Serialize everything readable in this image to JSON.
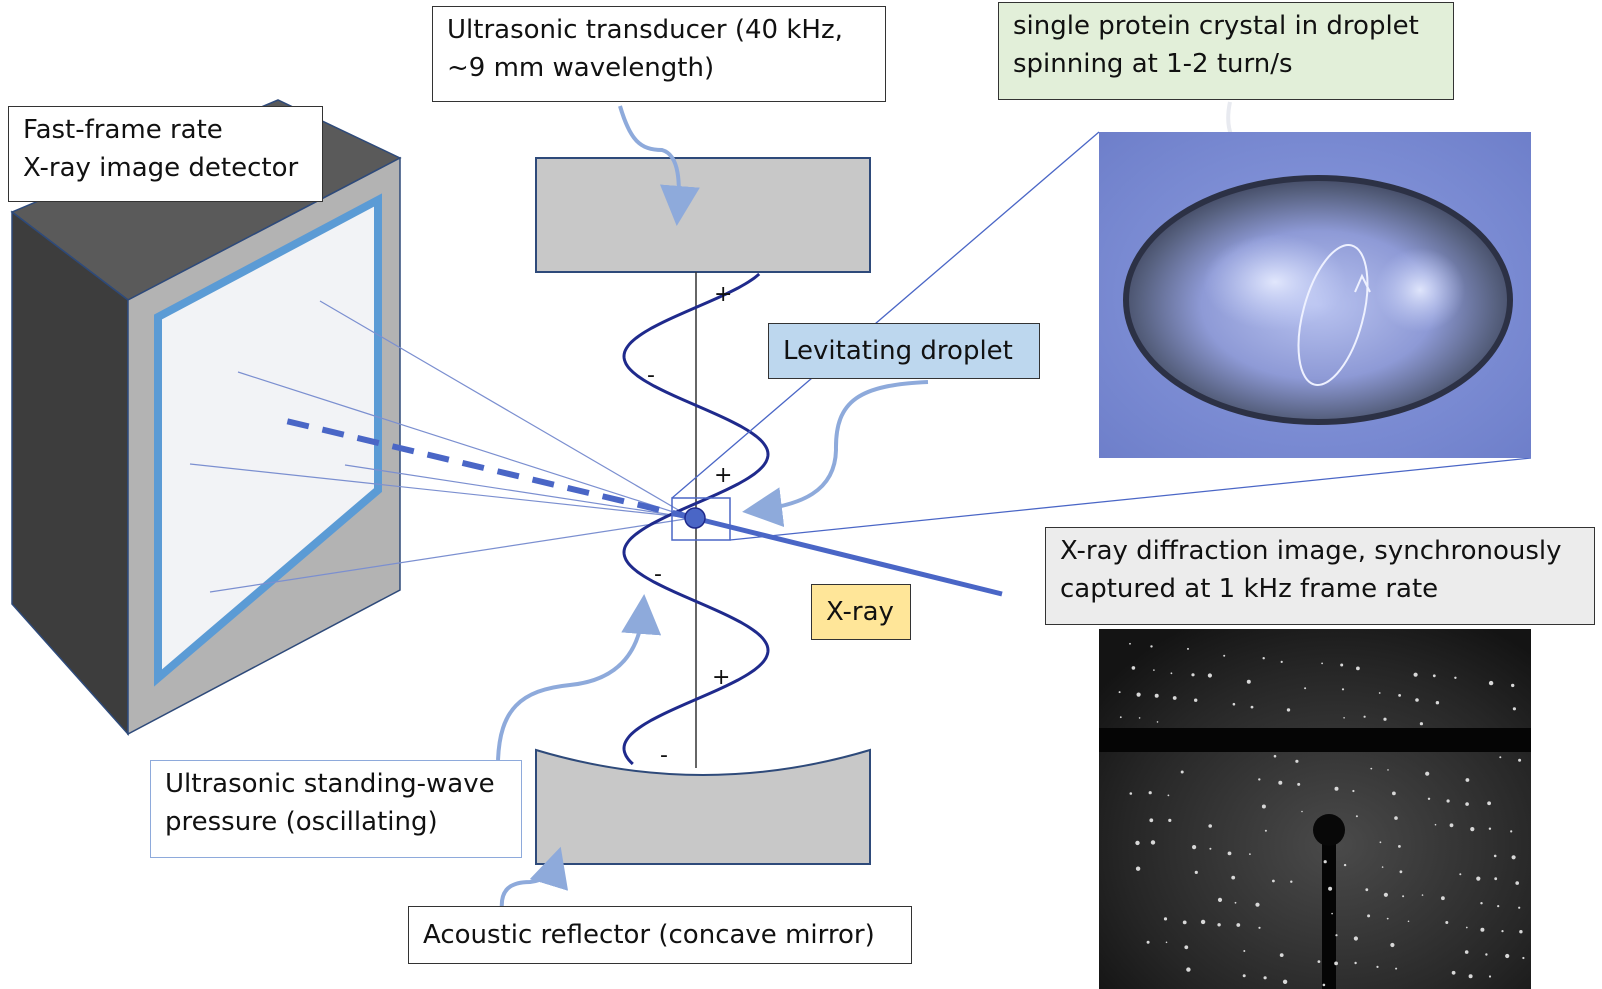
{
  "labels": {
    "detector": [
      "Fast-frame rate",
      "X-ray image detector"
    ],
    "transducer": [
      "Ultrasonic transducer (40 kHz,",
      "~9 mm wavelength)"
    ],
    "crystal": [
      "single protein crystal in droplet",
      "spinning at 1-2 turn/s"
    ],
    "droplet": "Levitating droplet",
    "xray": "X-ray",
    "diffraction": [
      "X-ray diffraction image, synchronously",
      "captured at 1 kHz frame rate"
    ],
    "standing_wave": [
      "Ultrasonic standing-wave",
      "pressure (oscillating)"
    ],
    "reflector": "Acoustic reflector (concave mirror)"
  },
  "wave_signs": [
    "+",
    "-",
    "+",
    "-",
    "+",
    "-"
  ],
  "colors": {
    "detector_dark": "#3d3d3d",
    "detector_frame": "#b3b3b3",
    "detector_screen": "#f2f3f6",
    "detector_border": "#5b9bd5",
    "transducer_fill": "#c8c8c8",
    "wave": "#1f2a8c",
    "beam": "#4a66c6",
    "arrow": "#8eaadb"
  }
}
